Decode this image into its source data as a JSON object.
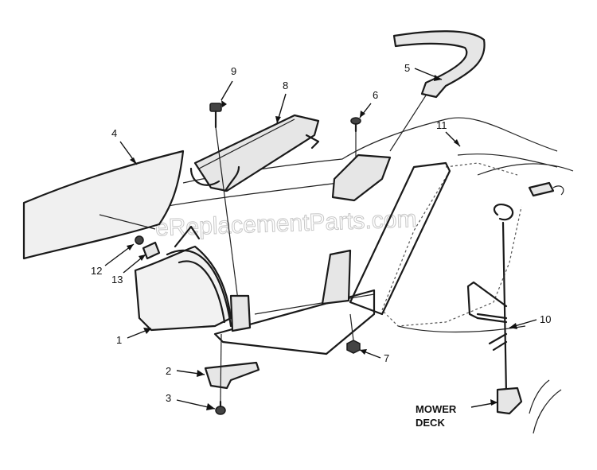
{
  "watermark": "eReplacementParts.com",
  "callouts": {
    "c1": "1",
    "c2": "2",
    "c3": "3",
    "c4": "4",
    "c5": "5",
    "c6": "6",
    "c7": "7",
    "c8": "8",
    "c9": "9",
    "c10": "10",
    "c11": "11",
    "c12": "12",
    "c13": "13"
  },
  "labels": {
    "mower_line1": "MOWER",
    "mower_line2": "DECK"
  }
}
